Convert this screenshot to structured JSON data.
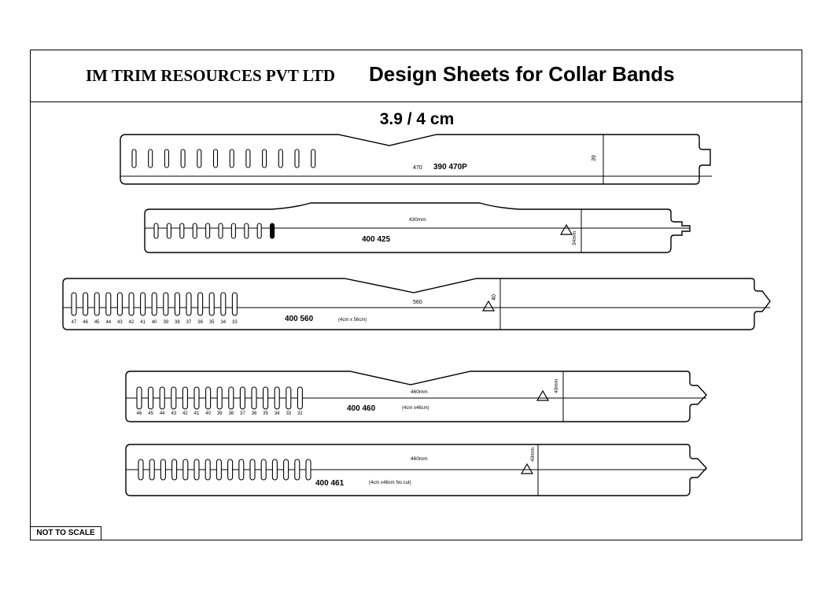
{
  "header": {
    "company": "IM TRIM RESOURCES PVT LTD",
    "title": "Design Sheets for Collar Bands"
  },
  "size_caption": "3.9 / 4 cm",
  "scale_note": "NOT TO SCALE",
  "bands": [
    {
      "code": "390 470P",
      "length_label": "470",
      "width_label": "39",
      "spec": "",
      "slot_numbers": []
    },
    {
      "code": "400 425",
      "length_label": "430mm",
      "width_label": "34mm",
      "spec": "",
      "slot_numbers": []
    },
    {
      "code": "400 560",
      "length_label": "560",
      "width_label": "40",
      "spec": "(4cm x 56cm)",
      "slot_numbers": [
        "47",
        "46",
        "45",
        "44",
        "43",
        "42",
        "41",
        "40",
        "39",
        "38",
        "37",
        "36",
        "35",
        "34",
        "33"
      ]
    },
    {
      "code": "400 460",
      "length_label": "460mm",
      "width_label": "40mm",
      "spec": "(4cm x46cm)",
      "slot_numbers": [
        "46",
        "45",
        "44",
        "43",
        "42",
        "41",
        "40",
        "39",
        "38",
        "37",
        "36",
        "35",
        "34",
        "33",
        "32"
      ]
    },
    {
      "code": "400 461",
      "length_label": "460mm",
      "width_label": "40mm",
      "spec": "(4cm x46cm No cut)",
      "slot_numbers": []
    }
  ]
}
